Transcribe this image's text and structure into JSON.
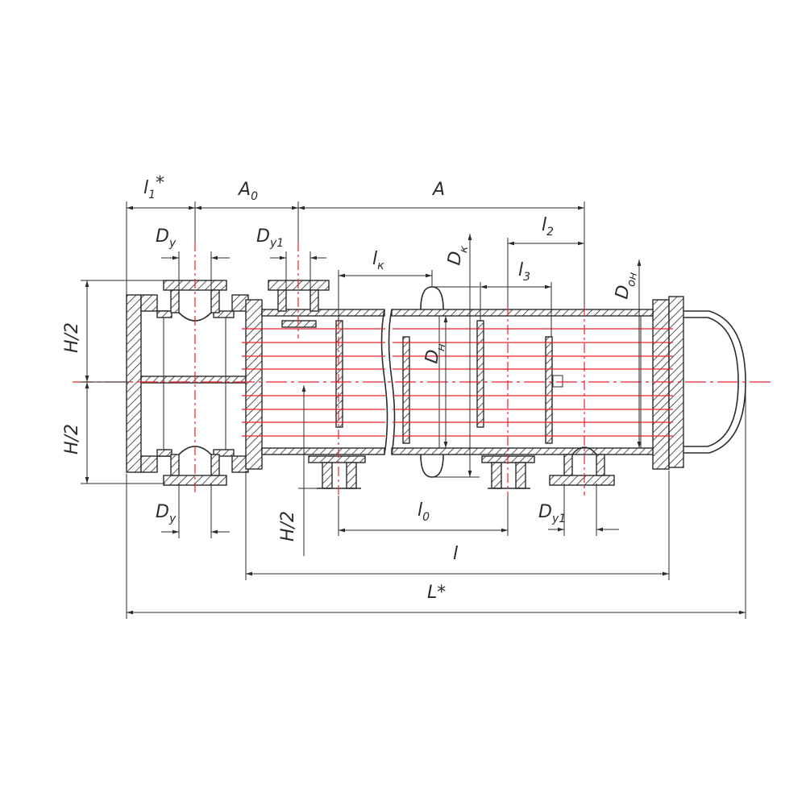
{
  "labels": {
    "l1_star": {
      "main": "l",
      "sub": "1",
      "suffix": "*"
    },
    "a0": {
      "main": "A",
      "sub": "0"
    },
    "a": {
      "main": "A"
    },
    "l2": {
      "main": "l",
      "sub": "2"
    },
    "dy_top": {
      "main": "D",
      "sub": "y"
    },
    "dy1_top": {
      "main": "D",
      "sub": "y1"
    },
    "lk": {
      "main": "l",
      "sub": "к"
    },
    "dk": {
      "main": "D",
      "sub": "к"
    },
    "l3": {
      "main": "l",
      "sub": "3"
    },
    "don": {
      "main": "D",
      "sub": "он"
    },
    "dn": {
      "main": "D",
      "sub": "н"
    },
    "h2_upper": {
      "main": "H/2"
    },
    "h2_lower": {
      "main": "H/2"
    },
    "h2_mid": {
      "main": "H/2"
    },
    "dy_bottom": {
      "main": "D",
      "sub": "y"
    },
    "dy1_bottom": {
      "main": "D",
      "sub": "y1"
    },
    "l0": {
      "main": "l",
      "sub": "0"
    },
    "l": {
      "main": "l"
    },
    "l_star": {
      "main": "L*"
    }
  },
  "colors": {
    "outline": "#2b2b2b",
    "tubes": "#e8232a"
  }
}
